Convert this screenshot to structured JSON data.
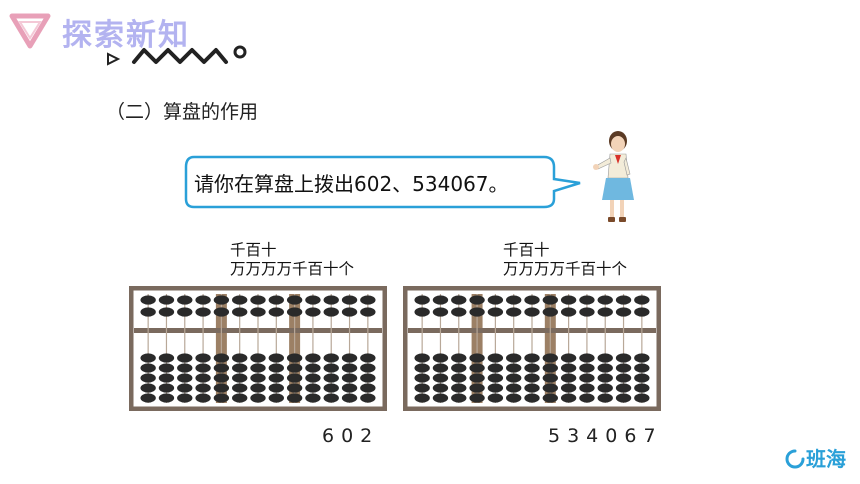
{
  "header": {
    "title": "探索新知"
  },
  "section": {
    "heading": "（二）算盘的作用"
  },
  "bubble": {
    "text": "请你在算盘上拨出602、534067。"
  },
  "abacus_left": {
    "place_line1": "千百十",
    "place_line2": "万万万万千百十个",
    "number": "602"
  },
  "abacus_right": {
    "place_line1": "千百十",
    "place_line2": "万万万万千百十个",
    "number": "534067"
  },
  "brand": {
    "name": "班海"
  },
  "colors": {
    "title": "#b3b3f0",
    "bubble_border": "#2aa0d8",
    "frame": "#7a6a5e",
    "bead": "#2a2a2a",
    "rod_highlight": "#8b6a4a",
    "brand": "#2aa0d8"
  }
}
